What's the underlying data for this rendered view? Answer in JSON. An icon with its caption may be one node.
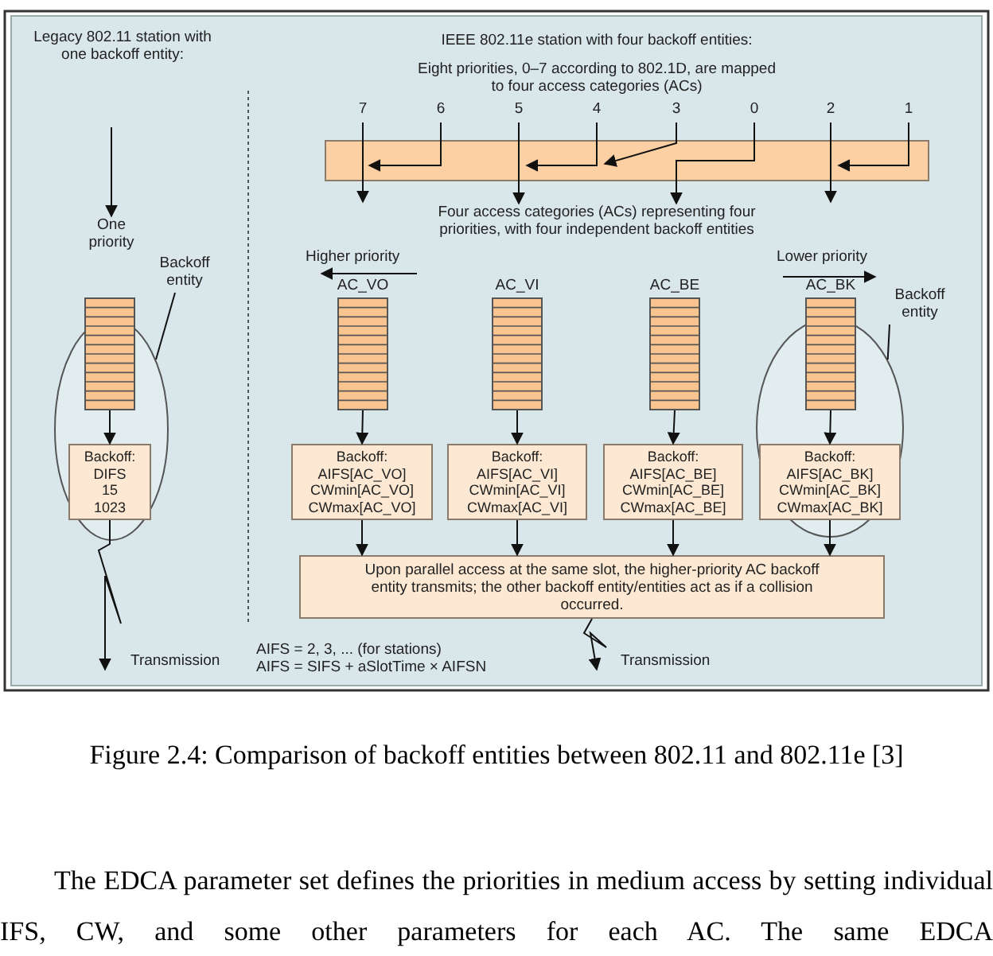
{
  "diagram": {
    "caption": "Figure 2.4: Comparison of backoff entities between 802.11 and 802.11e [3]",
    "nodes": [
      {
        "text": [
          "One priority"
        ]
      },
      {
        "text": [
          "Backoff entity"
        ]
      },
      {
        "text": [],
        "shape": "box"
      },
      {
        "text": [
          "Backoff:",
          "DIFS",
          "15",
          "1023"
        ],
        "in": 4
      },
      {
        "text": [],
        "shape": "ellipse"
      },
      {
        "text": [
          "7"
        ]
      },
      {
        "text": [
          "6"
        ]
      },
      {
        "text": [
          "5"
        ]
      },
      {
        "text": [
          "4"
        ]
      },
      {
        "text": [
          "3"
        ]
      },
      {
        "text": [
          "0"
        ]
      },
      {
        "text": [
          "2"
        ]
      },
      {
        "text": [
          "1"
        ]
      },
      {
        "text": [],
        "shape": "bar"
      },
      {
        "text": [
          "Four access categories (ACs) representing four priorities, with four independent backoff entities"
        ]
      },
      {
        "text": [
          "AC_VO"
        ]
      },
      {
        "text": [
          "AC_VI"
        ]
      },
      {
        "text": [
          "AC_BE"
        ]
      },
      {
        "text": [
          "AC_BK"
        ]
      },
      {
        "text": [
          "Backoff entity"
        ]
      },
      {
        "text": [],
        "shape": "ellipse"
      },
      {
        "text": [
          "Backoff:",
          "AIFS[AC_VO]",
          "CWmin[AC_VO]",
          "CWmax[AC_VO]"
        ]
      },
      {
        "text": [
          "Backoff:",
          "AIFS[AC_VI]",
          "CWmin[AC_VI]",
          "CWmax[AC_VI]"
        ]
      },
      {
        "text": [
          "Backoff:",
          "AIFS[AC_BE]",
          "CWmin[AC_BE]",
          "CWmax[AC_BE]"
        ]
      },
      {
        "text": [
          "Backoff:",
          "AIFS[AC_BK]",
          "CWmin[AC_BK]",
          "CWmax[AC_BK]"
        ],
        "in": 20
      },
      {
        "text": [
          "Upon parallel access at the same slot, the higher-priority AC backoff entity transmits; the other backoff entity/entities act as if a collision occurred."
        ]
      }
    ],
    "edges": [
      {
        "from": null,
        "to": 0,
        "arrow": "to"
      },
      {
        "from": 2,
        "to": 3,
        "arrow": "to"
      },
      {
        "from": 3,
        "to": null,
        "arrow": "to",
        "label": "Transmission"
      },
      {
        "from": 1,
        "to": 4,
        "arrow": "none"
      },
      {
        "from": 5,
        "to": 13,
        "arrow": "none"
      },
      {
        "from": 6,
        "to": 13,
        "arrow": "to"
      },
      {
        "from": 7,
        "to": 13,
        "arrow": "none"
      },
      {
        "from": 8,
        "to": 13,
        "arrow": "to"
      },
      {
        "from": 9,
        "to": 13,
        "arrow": "to"
      },
      {
        "from": 10,
        "to": 13,
        "arrow": "none"
      },
      {
        "from": 11,
        "to": 13,
        "arrow": "none"
      },
      {
        "from": 12,
        "to": 13,
        "arrow": "to"
      },
      {
        "from": 13,
        "to": null,
        "arrow": "to"
      },
      {
        "from": 13,
        "to": 14,
        "arrow": "to"
      },
      {
        "from": 13,
        "to": 14,
        "arrow": "to"
      },
      {
        "from": 13,
        "to": null,
        "arrow": "to"
      },
      {
        "from": 15,
        "to": 21,
        "arrow": "to"
      },
      {
        "from": 16,
        "to": 22,
        "arrow": "to"
      },
      {
        "from": 17,
        "to": 23,
        "arrow": "to"
      },
      {
        "from": 18,
        "to": 24,
        "arrow": "to"
      },
      {
        "from": 21,
        "to": 25,
        "arrow": "to"
      },
      {
        "from": 22,
        "to": 25,
        "arrow": "to"
      },
      {
        "from": 23,
        "to": 25,
        "arrow": "to"
      },
      {
        "from": 24,
        "to": 25,
        "arrow": "to"
      },
      {
        "from": 25,
        "to": null,
        "arrow": "to",
        "label": "Transmission"
      },
      {
        "from": 19,
        "to": 20,
        "arrow": "none"
      }
    ],
    "labels": [
      "Legacy 802.11 station with one backoff entity:",
      "IEEE 802.11e station with four backoff entities:",
      "Eight priorities, 0–7 according to 802.1D, are mapped to four access categories (ACs)",
      "Higher priority",
      "Lower priority",
      "AIFS = 2, 3, ... (for stations)",
      "AIFS = SIFS + aSlotTime × AIFSN",
      "The EDCA parameter set defines the priorities in medium access by setting individual IFS, CW, and some other parameters for each AC. The same EDCA"
    ]
  }
}
